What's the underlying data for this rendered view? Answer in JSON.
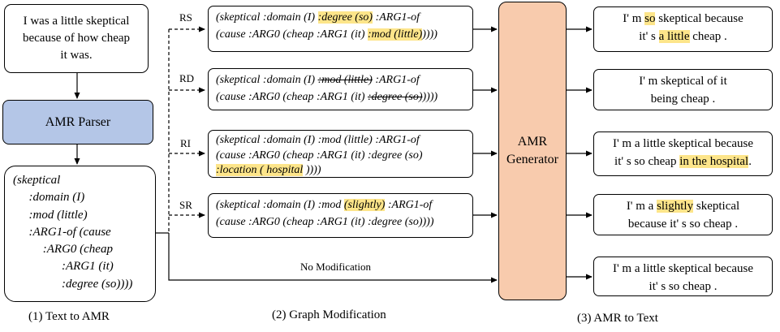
{
  "input_sentence": [
    "I was a little skeptical",
    "because of how cheap",
    "it was."
  ],
  "parser_label": "AMR Parser",
  "amr_graph": [
    "(skeptical",
    "  :domain (I)",
    "  :mod (little)",
    "  :ARG1-of (cause",
    "     :ARG0 (cheap",
    "        :ARG1 (it)",
    "        :degree (so))))"
  ],
  "modifications": [
    {
      "label": "RS",
      "line1": {
        "pre": "(skeptical :domain (I) ",
        "mark": ":degree (so)",
        "post": " :ARG1-of"
      },
      "line2": {
        "pre": "(cause :ARG0 (cheap :ARG1 (it) ",
        "mark": ":mod (little)",
        "post": "))))"
      }
    },
    {
      "label": "RD",
      "line1": {
        "pre": "(skeptical :domain (I) ",
        "mark": ":mod (little)",
        "post": " :ARG1-of"
      },
      "line2": {
        "pre": "(cause :ARG0 (cheap :ARG1 (it) ",
        "mark": ":degree (so)",
        "post": "))))"
      }
    },
    {
      "label": "RI",
      "line1": "(skeptical :domain (I) :mod (little) :ARG1-of",
      "line2": "(cause :ARG0 (cheap :ARG1 (it) :degree (so)",
      "line3": {
        "mark": ":location ( hospital",
        "post": " ))))"
      }
    },
    {
      "label": "SR",
      "line1": {
        "pre": "(skeptical :domain (I) :mod ",
        "mark": "(slightly)",
        "post": " :ARG1-of"
      },
      "line2": "(cause :ARG0 (cheap :ARG1 (it) :degree (so))))"
    }
  ],
  "no_modification_label": "No Modification",
  "generator_label": [
    "AMR",
    "Generator"
  ],
  "outputs": [
    {
      "line1": {
        "pre": "I' m ",
        "mark": "so",
        "post": " skeptical because"
      },
      "line2": {
        "pre": "it' s ",
        "mark": "a little",
        "post": " cheap ."
      }
    },
    {
      "line1": "I' m skeptical of it",
      "line2": "being cheap ."
    },
    {
      "line1": "I' m a little skeptical because",
      "line2": {
        "pre": "it' s so cheap ",
        "mark": "in the hospital",
        "post": "."
      }
    },
    {
      "line1": {
        "pre": "I' m a ",
        "mark": "slightly",
        "post": " skeptical"
      },
      "line2": "because it' s so cheap ."
    },
    {
      "line1": "I' m a little skeptical because",
      "line2": "it' s so cheap ."
    }
  ],
  "captions": [
    "(1) Text to AMR",
    "(2) Graph Modification",
    "(3) AMR to Text"
  ],
  "colors": {
    "parser_fill": "#b4c6e7",
    "generator_fill": "#f8cbad",
    "highlight": "#fde58a"
  }
}
